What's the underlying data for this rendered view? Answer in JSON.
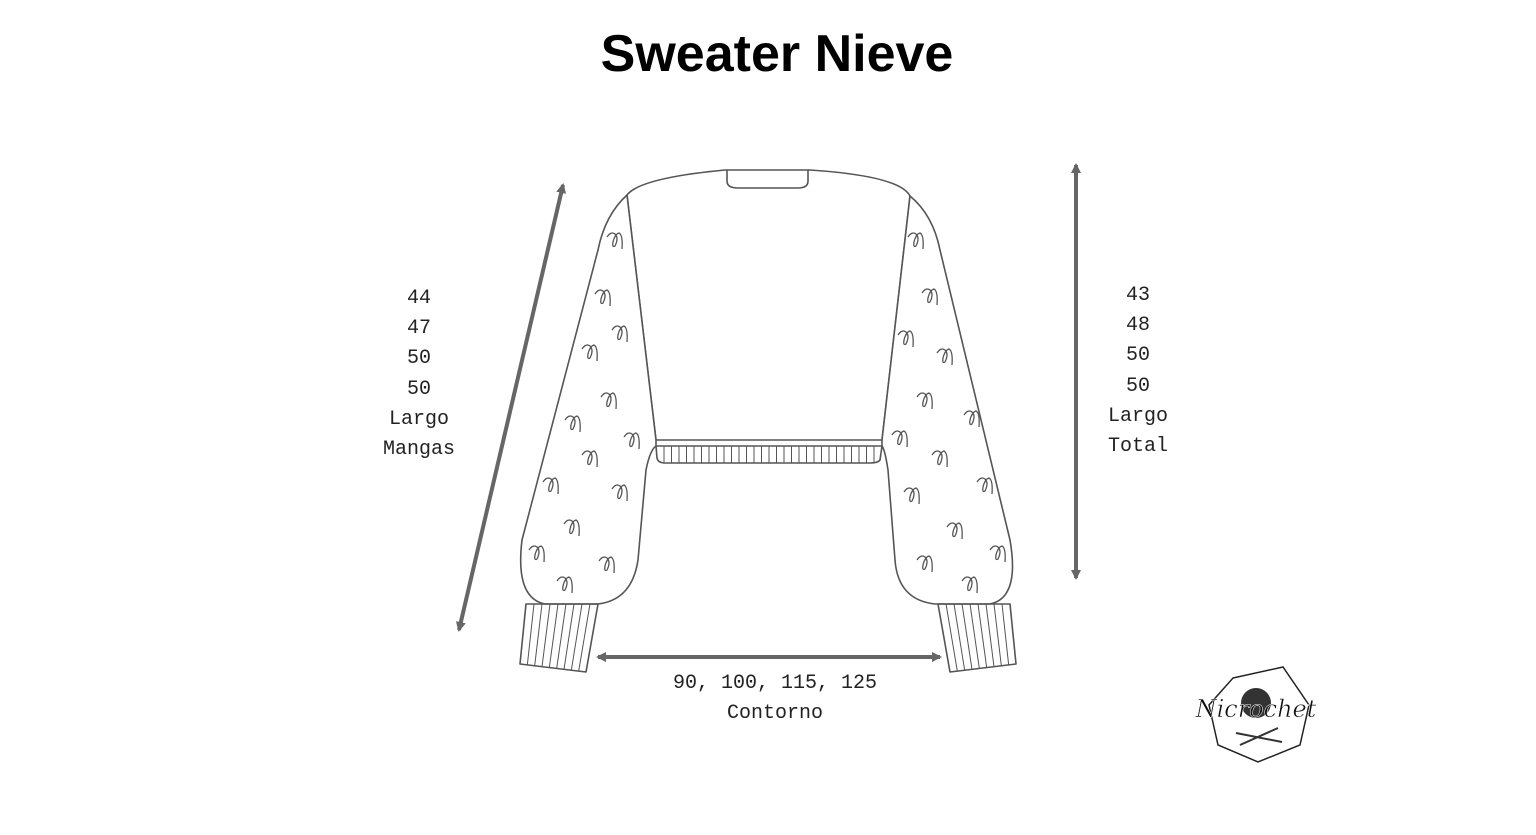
{
  "title": "Sweater Nieve",
  "sleeve_length": {
    "values": [
      "44",
      "47",
      "50",
      "50"
    ],
    "label_lines": [
      "Largo",
      "Mangas"
    ]
  },
  "total_length": {
    "values": [
      "43",
      "48",
      "50",
      "50"
    ],
    "label_lines": [
      "Largo",
      "Total"
    ]
  },
  "contour": {
    "values": "90, 100, 115, 125",
    "label": "Contorno"
  },
  "logo": {
    "text": "Nicrochet"
  },
  "colors": {
    "arrow": "#666666",
    "outline": "#555555",
    "text": "#222222"
  }
}
